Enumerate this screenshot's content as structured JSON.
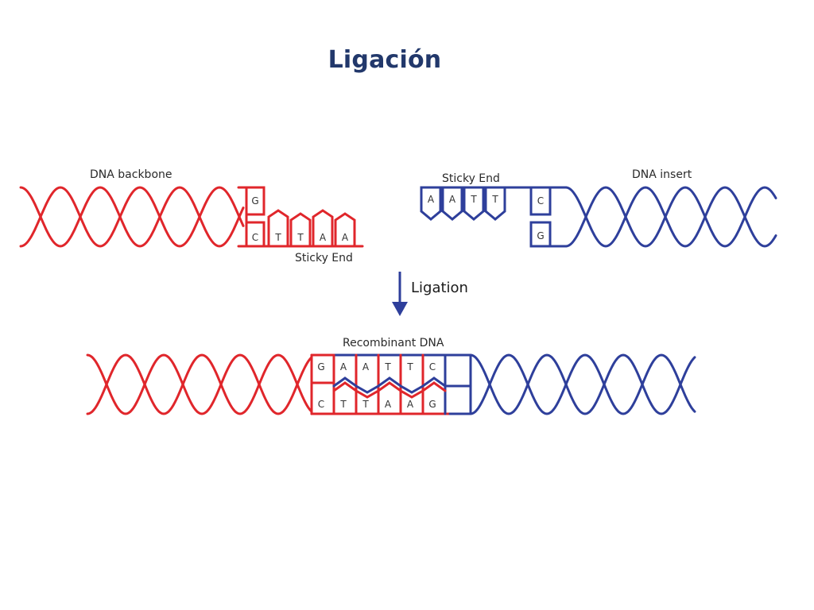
{
  "slide": {
    "title": "Ligación"
  },
  "labels": {
    "backbone": "DNA backbone",
    "insert": "DNA insert",
    "sticky_end_backbone": "Sticky End",
    "sticky_end_insert": "Sticky End",
    "ligation": "Ligation",
    "recombinant": "Recombinant DNA"
  },
  "colors": {
    "backbone": "#e0262b",
    "insert": "#2e3f9b",
    "title": "#22386b"
  },
  "backbone": {
    "top_bases": [
      "G"
    ],
    "bottom_bases": [
      "C",
      "T",
      "T",
      "A",
      "A"
    ]
  },
  "insert": {
    "top_bases": [
      "A",
      "A",
      "T",
      "T",
      "C"
    ],
    "bottom_bases": [
      "G"
    ]
  },
  "recombinant": {
    "top_bases": [
      "G",
      "A",
      "A",
      "T",
      "T",
      "C"
    ],
    "bottom_bases": [
      "C",
      "T",
      "T",
      "A",
      "A",
      "G"
    ]
  },
  "icons": {
    "arrow": "down-arrow-icon"
  }
}
